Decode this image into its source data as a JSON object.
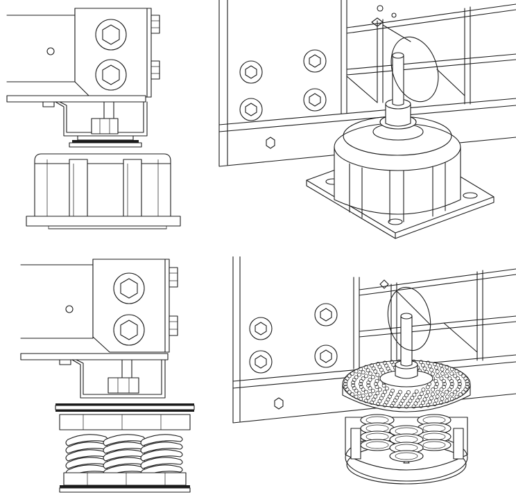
{
  "figure": {
    "description_hidden": "",
    "panels": [
      {
        "id": "top-left",
        "view": "side",
        "mount": "rigid-mount"
      },
      {
        "id": "top-right",
        "view": "isometric",
        "mount": "rigid-mount"
      },
      {
        "id": "bottom-left",
        "view": "side",
        "mount": "spring-mount"
      },
      {
        "id": "bottom-right",
        "view": "isometric",
        "mount": "spring-mount"
      }
    ]
  },
  "colors": {
    "line": "#1a1a1a",
    "background": "#ffffff",
    "fill_gray": "#d9d9d9"
  }
}
